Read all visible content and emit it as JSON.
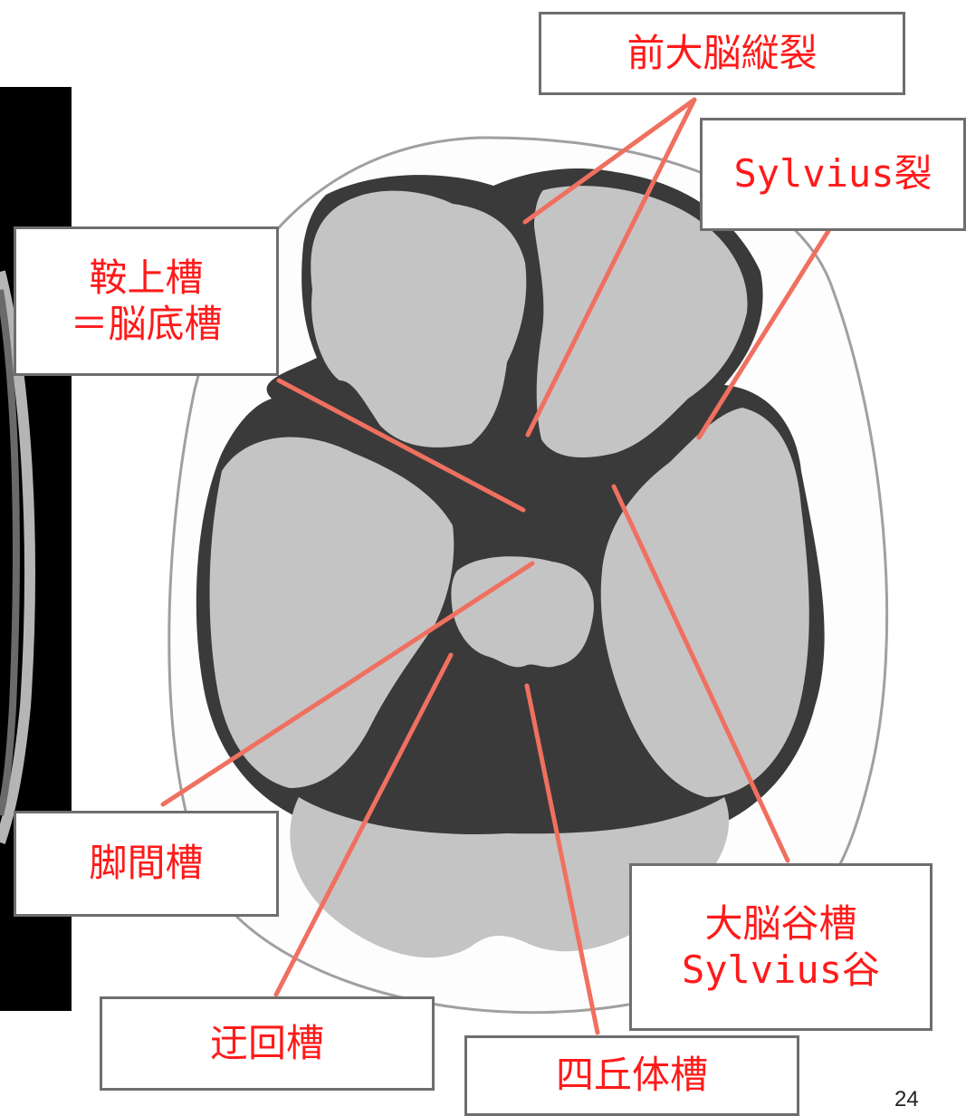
{
  "labels": {
    "anterior_interhemispheric_fissure": "前大脳縦裂",
    "sylvian_fissure": "Sylvius裂",
    "suprasellar_cistern_line1": "鞍上槽",
    "suprasellar_cistern_line2": "＝脳底槽",
    "interpeduncular_cistern": "脚間槽",
    "sylvian_cistern_line1": "大脳谷槽",
    "sylvian_cistern_line2": "Sylvius谷",
    "ambient_cistern": "迂回槽",
    "quadrigeminal_cistern": "四丘体槽"
  },
  "page_number": "24",
  "colors": {
    "label_text": "#ff1a1a",
    "leader_line": "#f07060",
    "box_border": "#6e6e6e",
    "csf_dark": "#3a3a3a",
    "brain_gray": "#c4c4c4",
    "skull_outline": "#9a9a9a"
  }
}
